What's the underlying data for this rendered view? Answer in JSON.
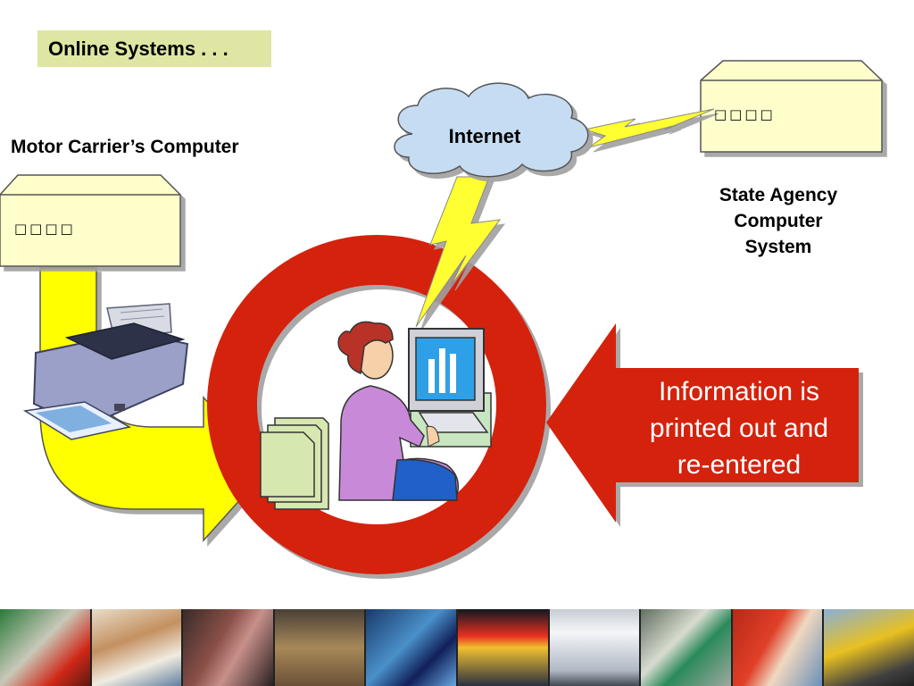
{
  "title": "Online Systems . . .",
  "motor_carrier_label": "Motor Carrier’s Computer",
  "state_agency_label": [
    "State Agency",
    "Computer",
    "System"
  ],
  "internet_label": "Internet",
  "info_callout": [
    "Information is",
    "printed out and",
    "re-entered"
  ],
  "motor_box_glyphs": "□□□□",
  "state_box_glyphs": "□□□□",
  "icons": [
    "printer-icon",
    "cloud-icon",
    "lightning-bolt-icon",
    "person-at-computer-icon",
    "documents-icon",
    "monitor-icon"
  ],
  "colors": {
    "title_bg": "#dfe6a3",
    "box_fill": "#ffffcc",
    "ring_red": "#d42010",
    "arrow_yellow": "#ffff00",
    "bolt_yellow": "#ffff33",
    "cloud_blue": "#c6dcf2",
    "callout_red": "#d42010"
  },
  "photo_strip": [
    "fuel-nozzle-photo",
    "cash-payment-photo",
    "card-reader-photo",
    "warehouse-photo",
    "cards-photo",
    "truck-stop-photo",
    "laptop-screen-photo",
    "permit-stickers-photo",
    "driver-photo",
    "truck-photo"
  ]
}
